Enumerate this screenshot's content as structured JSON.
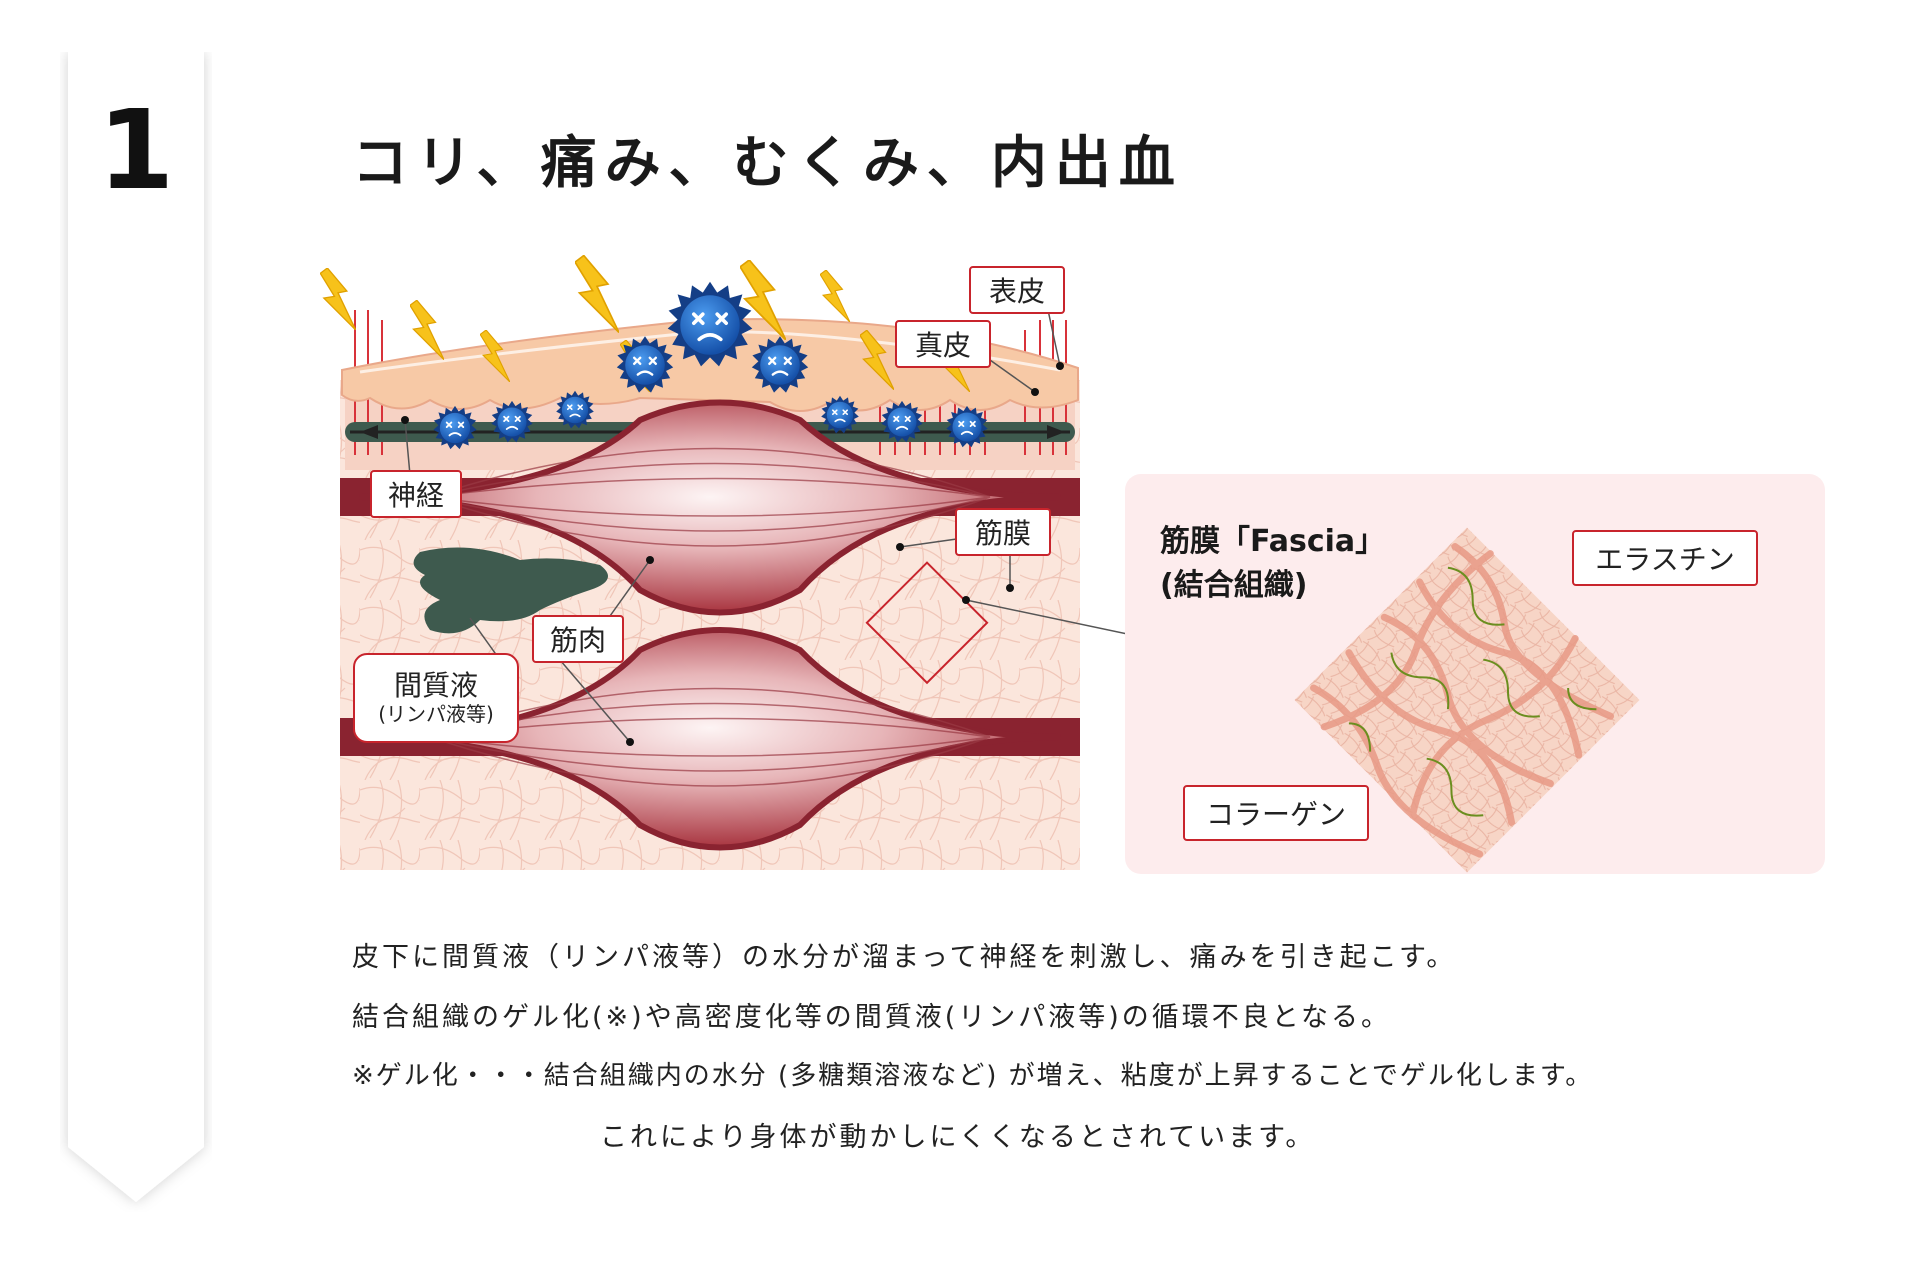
{
  "step": {
    "number": "1"
  },
  "title": "コリ、痛み、むくみ、内出血",
  "labels": {
    "epidermis": "表皮",
    "dermis": "真皮",
    "nerve": "神経",
    "fascia": "筋膜",
    "muscle": "筋肉",
    "interstitial": "間質液",
    "interstitial_sub": "(リンパ液等)",
    "elastin": "エラスチン",
    "collagen": "コラーゲン"
  },
  "fascia_panel": {
    "title_line1": "筋膜「Fascia」",
    "title_line2": "(結合組織)"
  },
  "description": [
    "皮下に間質液（リンパ液等）の水分が溜まって神経を刺激し、痛みを引き起こす。",
    "結合組織のゲル化(※)や高密度化等の間質液(リンパ液等)の循環不良となる。",
    "※ゲル化・・・結合組織内の水分 (多糖類溶液など) が増え、粘度が上昇することでゲル化します。",
    "これにより身体が動かしにくくなるとされています。"
  ],
  "colors": {
    "accent": "#c8242c",
    "muscle": "#a8343f",
    "muscle_dark": "#8a2330",
    "skin": "#f7c9a6",
    "tissue": "#fbe6dc",
    "panel": "#fdeced",
    "fluid": "#3e5a4e",
    "lightning": "#f7c21a",
    "virus": "#1e63c6"
  }
}
